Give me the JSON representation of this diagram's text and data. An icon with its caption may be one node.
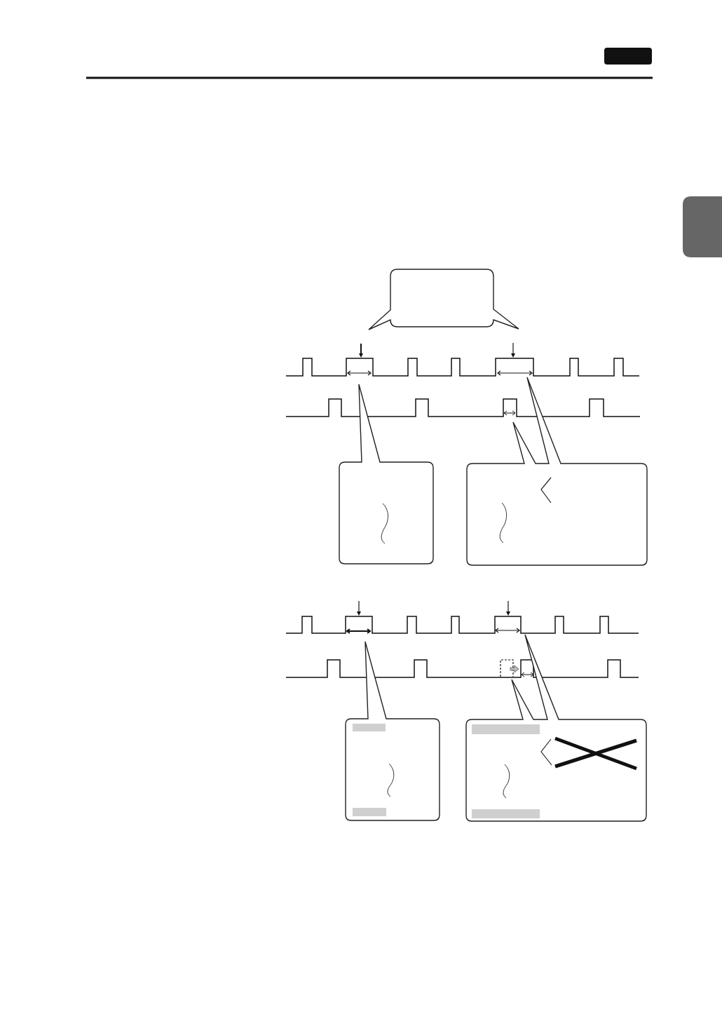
{
  "diagram": {
    "nodes": [
      {
        "text": [],
        "shape": "tab"
      },
      {
        "text": [],
        "shape": "callout"
      },
      {
        "text": [],
        "shape": "callout"
      },
      {
        "text": [],
        "shape": "callout"
      },
      {
        "text": [],
        "shape": "callout"
      },
      {
        "text": [],
        "shape": "callout"
      }
    ]
  }
}
